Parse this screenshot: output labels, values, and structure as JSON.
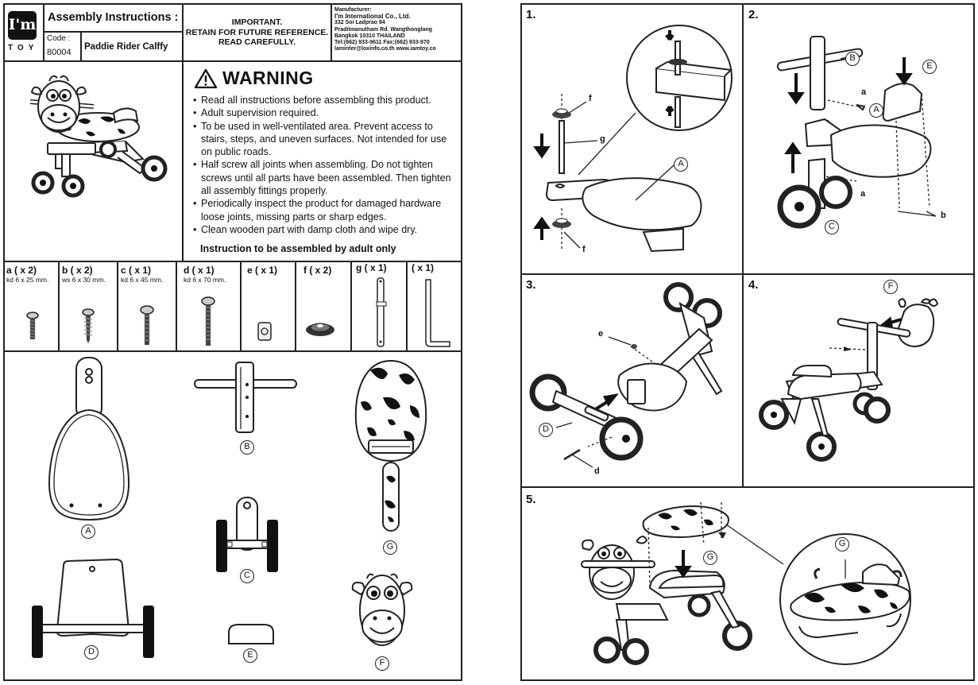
{
  "header": {
    "logo_text": "I'm",
    "logo_sub": "TOY",
    "doc_title": "Assembly Instructions :",
    "code_label": "Code :",
    "code_value": "80004",
    "product_name": "Paddie Rider Calffy",
    "important_lines": [
      "IMPORTANT.",
      "RETAIN FOR FUTURE REFERENCE.",
      "READ CAREFULLY."
    ],
    "manufacturer_lines": [
      "Manufacturer:",
      "I'm International Co., Ltd.",
      "332 Soi Ladprao 84",
      "Praditmanutham Rd. Wangthonglang",
      "Bangkok 10310 THAILAND",
      "Tel:(662) 933-9611  Fax:(662) 933-970",
      "laminter@loxinfo.co.th  www.iamtoy.co"
    ]
  },
  "warning": {
    "title": "WARNING",
    "items": [
      "Read all instructions before assembling this product.",
      "Adult supervision required.",
      "To be used in well-ventilated area. Prevent access to stairs, steps, and uneven surfaces. Not intended for use on public roads.",
      "Half screw all joints when assembling. Do not tighten screws until all parts have been assembled. Then tighten all assembly fittings properly.",
      "Periodically inspect the product for damaged hardware loose joints, missing parts or sharp edges.",
      "Clean wooden part with damp cloth and wipe dry."
    ],
    "footer": "Instruction to be assembled by adult only"
  },
  "hardware": [
    {
      "id": "a ( x 2)",
      "desc": "kd 6 x 25 mm.",
      "icon": "short-screw-icon"
    },
    {
      "id": "b ( x 2)",
      "desc": "ws 6 x 30 mm.",
      "icon": "wood-screw-icon"
    },
    {
      "id": "c ( x 1)",
      "desc": "kd 6 x 45 mm.",
      "icon": "medium-screw-icon"
    },
    {
      "id": "d ( x 1)",
      "desc": "kd 6 x 70 mm.",
      "icon": "long-screw-icon"
    },
    {
      "id": "e ( x 1)",
      "desc": "",
      "icon": "barrel-nut-icon"
    },
    {
      "id": "f ( x 2)",
      "desc": "",
      "icon": "washer-cap-icon"
    },
    {
      "id": "g ( x 1)",
      "desc": "",
      "icon": "axle-pin-icon"
    },
    {
      "id": "( x 1)",
      "desc": "",
      "icon": "allen-key-icon"
    }
  ],
  "parts": {
    "A": "A",
    "B": "B",
    "C": "C",
    "D": "D",
    "E": "E",
    "F": "F",
    "G": "G"
  },
  "steps": {
    "s1": {
      "num": "1.",
      "labels": {
        "f1": "f",
        "g": "g",
        "f2": "f",
        "A": "A"
      }
    },
    "s2": {
      "num": "2.",
      "labels": {
        "B": "B",
        "E": "E",
        "a1": "a",
        "A": "A",
        "a2": "a",
        "C": "C",
        "b": "b"
      }
    },
    "s3": {
      "num": "3.",
      "labels": {
        "e": "e",
        "D": "D",
        "d": "d"
      }
    },
    "s4": {
      "num": "4.",
      "labels": {
        "F": "F"
      }
    },
    "s5": {
      "num": "5.",
      "labels": {
        "G1": "G",
        "G2": "G"
      }
    }
  },
  "colors": {
    "ink": "#222222",
    "paper": "#ffffff"
  }
}
